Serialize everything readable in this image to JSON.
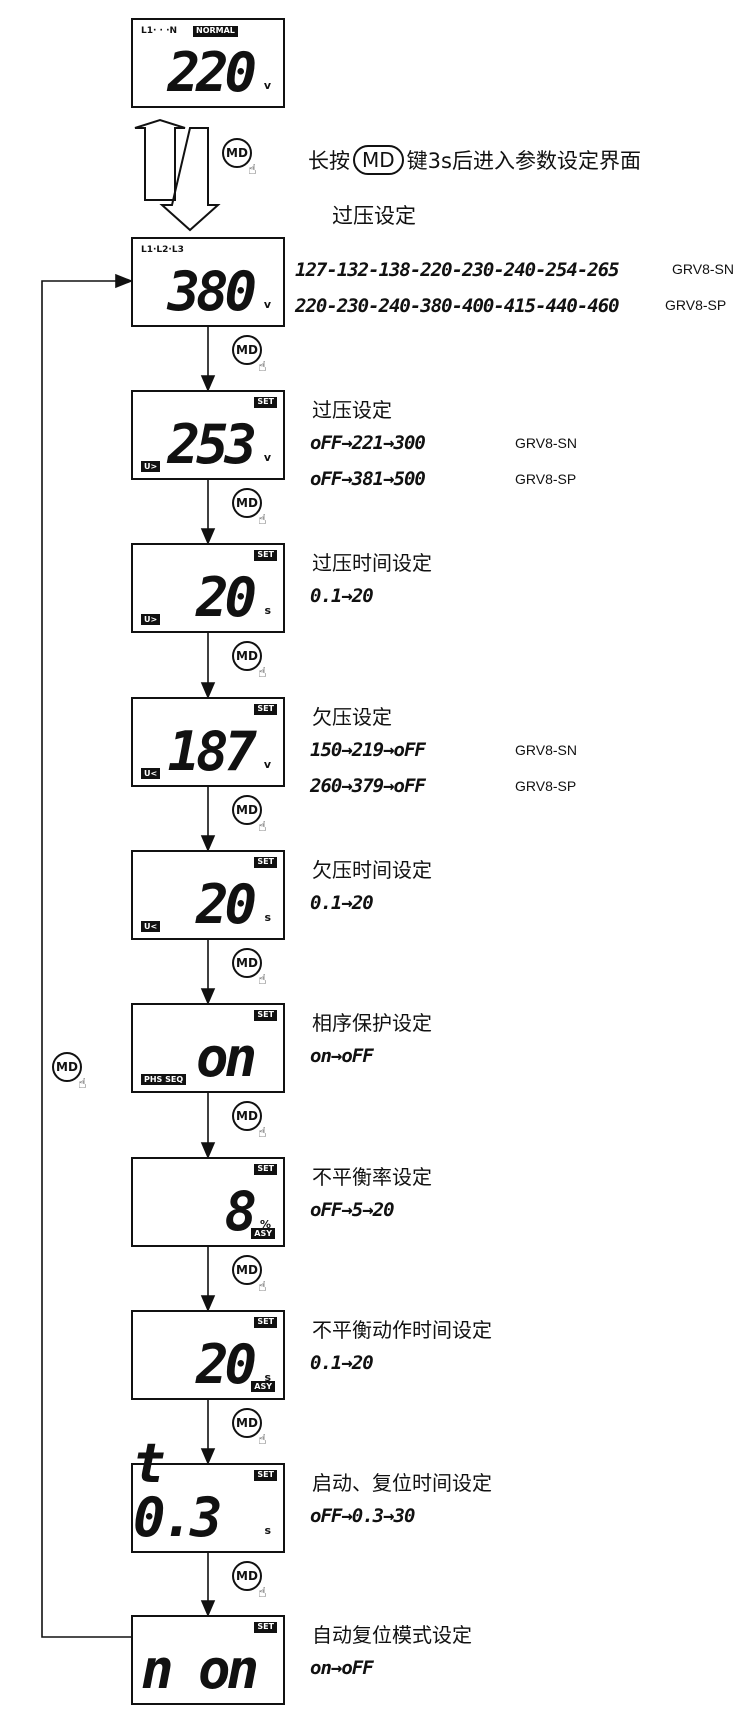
{
  "header_display": {
    "top_label": "L1·  ·  ·N",
    "tag": "NORMAL",
    "value": "220",
    "unit": "v"
  },
  "intro": {
    "text_before": "长按",
    "key": "MD",
    "text_after": "键3s后进入参数设定界面",
    "sub": "过压设定"
  },
  "md_key": "MD",
  "steps": [
    {
      "top_label": "L1·L2·L3",
      "value": "380",
      "unit": "v",
      "tag": "",
      "left_tag": "",
      "right_tag": "",
      "label": "",
      "seq_lines": [
        {
          "text": "127-132-138-220-230-240-254-265",
          "model": "GRV8-SN"
        },
        {
          "text": "220-230-240-380-400-415-440-460",
          "model": "GRV8-SP"
        }
      ]
    },
    {
      "top_label": "",
      "value": "253",
      "unit": "v",
      "tag": "SET",
      "left_tag": "U>",
      "right_tag": "",
      "label": "过压设定",
      "seq_lines": [
        {
          "text": "oFF→221→300",
          "model": "GRV8-SN"
        },
        {
          "text": "oFF→381→500",
          "model": "GRV8-SP"
        }
      ]
    },
    {
      "top_label": "",
      "value": "20",
      "unit": "s",
      "tag": "SET",
      "left_tag": "U>",
      "right_tag": "",
      "label": "过压时间设定",
      "seq_lines": [
        {
          "text": "0.1→20",
          "model": ""
        }
      ]
    },
    {
      "top_label": "",
      "value": "187",
      "unit": "v",
      "tag": "SET",
      "left_tag": "U<",
      "right_tag": "",
      "label": "欠压设定",
      "seq_lines": [
        {
          "text": "150→219→oFF",
          "model": "GRV8-SN"
        },
        {
          "text": "260→379→oFF",
          "model": "GRV8-SP"
        }
      ]
    },
    {
      "top_label": "",
      "value": "20",
      "unit": "s",
      "tag": "SET",
      "left_tag": "U<",
      "right_tag": "",
      "label": "欠压时间设定",
      "seq_lines": [
        {
          "text": "0.1→20",
          "model": ""
        }
      ]
    },
    {
      "top_label": "",
      "value": "on",
      "unit": "",
      "tag": "SET",
      "left_tag": "PHS SEQ",
      "right_tag": "",
      "label": "相序保护设定",
      "seq_lines": [
        {
          "text": "on→oFF",
          "model": ""
        }
      ]
    },
    {
      "top_label": "",
      "value": "8",
      "unit": "%",
      "tag": "SET",
      "left_tag": "",
      "right_tag": "ASY",
      "label": "不平衡率设定",
      "seq_lines": [
        {
          "text": "oFF→5→20",
          "model": ""
        }
      ]
    },
    {
      "top_label": "",
      "value": "20",
      "unit": "s",
      "tag": "SET",
      "left_tag": "",
      "right_tag": "ASY",
      "label": "不平衡动作时间设定",
      "seq_lines": [
        {
          "text": "0.1→20",
          "model": ""
        }
      ]
    },
    {
      "top_label": "",
      "value": "t  0.3",
      "unit": "s",
      "tag": "SET",
      "left_tag": "",
      "right_tag": "",
      "label": "启动、复位时间设定",
      "seq_lines": [
        {
          "text": "oFF→0.3→30",
          "model": ""
        }
      ]
    },
    {
      "top_label": "",
      "value": "n  on",
      "unit": "",
      "tag": "SET",
      "left_tag": "",
      "right_tag": "",
      "label": "自动复位模式设定",
      "seq_lines": [
        {
          "text": "on→oFF",
          "model": ""
        }
      ]
    }
  ]
}
